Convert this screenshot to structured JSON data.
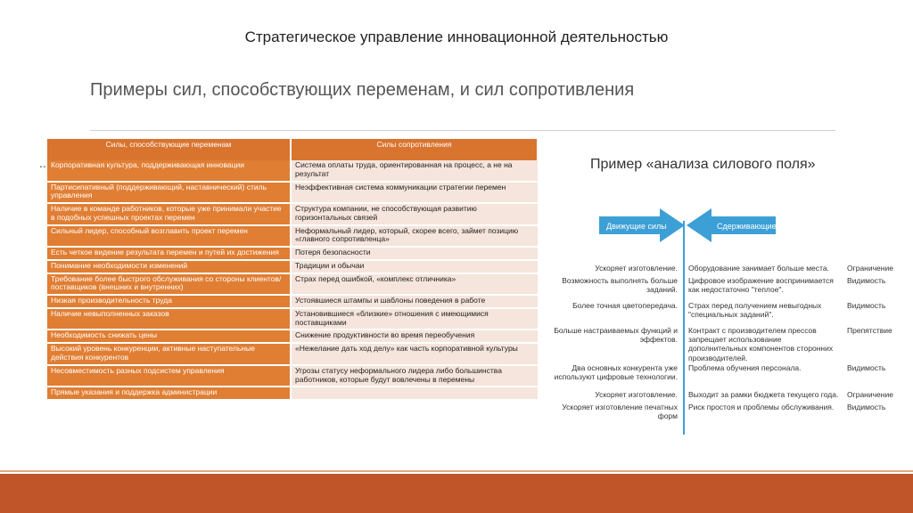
{
  "header": {
    "title": "Стратегическое управление инновационной деятельностью",
    "subtitle": "Примеры сил, способствующих переменам, и сил сопротивления",
    "dots": "..."
  },
  "table": {
    "headers": [
      "Силы, способствующие переменам",
      "Силы сопротивления"
    ],
    "rows": [
      [
        "Корпоративная культура, поддерживающая инновации",
        "Система оплаты труда, ориентированная на процесс, а не на результат"
      ],
      [
        "Партисипативный (поддерживающий, наставнический) стиль управления",
        "Неэффективная система коммуникации стратегии перемен"
      ],
      [
        "Наличие в команде работников, которые уже принимали участие в подобных успешных проектах перемен",
        "Структура компании, не способствующая развитию горизонтальных связей"
      ],
      [
        "Сильный лидер, способный возглавить проект перемен",
        "Неформальный лидер, который, скорее всего, займет позицию «главного сопротивленца»"
      ],
      [
        "Есть четкое видение результата перемен и путей их достижения",
        "Потеря безопасности"
      ],
      [
        "Понимание необходимости изменений",
        "Традиции и обычаи"
      ],
      [
        "Требование более быстрого обслуживания со стороны клиентов/ поставщиков (внешних и внутренних)",
        "Страх перед ошибкой, «комплекс отличника»"
      ],
      [
        "Низкая производительность труда",
        "Устоявшиеся штампы и шаблоны поведения в работе"
      ],
      [
        "Наличие невыполненных заказов",
        "Установившиеся «близкие» отношения с имеющимися поставщиками"
      ],
      [
        "Необходимость снижать цены",
        "Снижение продуктивности во время переобучения"
      ],
      [
        "Высокий уровень конкуренции, активные наступательные действия конкурентов",
        "«Нежелание дать ход делу» как часть корпоративной культуры"
      ],
      [
        "Несовместимость разных подсистем управления",
        "Угрозы статусу неформального лидера либо большинства работников, которые будут вовлечены в перемены"
      ],
      [
        "Прямые указания и поддержка администрации",
        ""
      ]
    ]
  },
  "example": {
    "title": "Пример «анализа силового поля»",
    "driving_label": "Движущие силы",
    "restraining_label": "Сдерживающие силы",
    "left_items": [
      "Ускоряет изготовление.",
      "Возможность выполнять больше заданий.",
      "Более точная цветопередача.",
      "Больше настраиваемых функций и эффектов.",
      "Два основных конкурента уже используют цифровые технологии.",
      "Ускоряет изготовление.",
      "Ускоряет изготовление печатных форм"
    ],
    "middle_items": [
      "Оборудование занимает больше места.",
      "Цифровое изображение воспринимается как недостаточно \"теплое\".",
      "Страх перед получением невыгодных \"специальных заданий\".",
      "Контракт с производителем прессов запрещает использование дополнительных компонентов сторонних производителей.",
      "Проблема обучения персонала.",
      "Выходит за рамки бюджета текущего года.",
      "Риск простоя и проблемы обслуживания."
    ],
    "right_items": [
      "Ограничение",
      "Видимость",
      "Видимость",
      "Препятствие",
      "Видимость",
      "Ограничение",
      "Видимость"
    ],
    "colors": {
      "arrow": "#3c9fd6",
      "accent": "#e07e33",
      "footer": "#c0552a"
    }
  }
}
